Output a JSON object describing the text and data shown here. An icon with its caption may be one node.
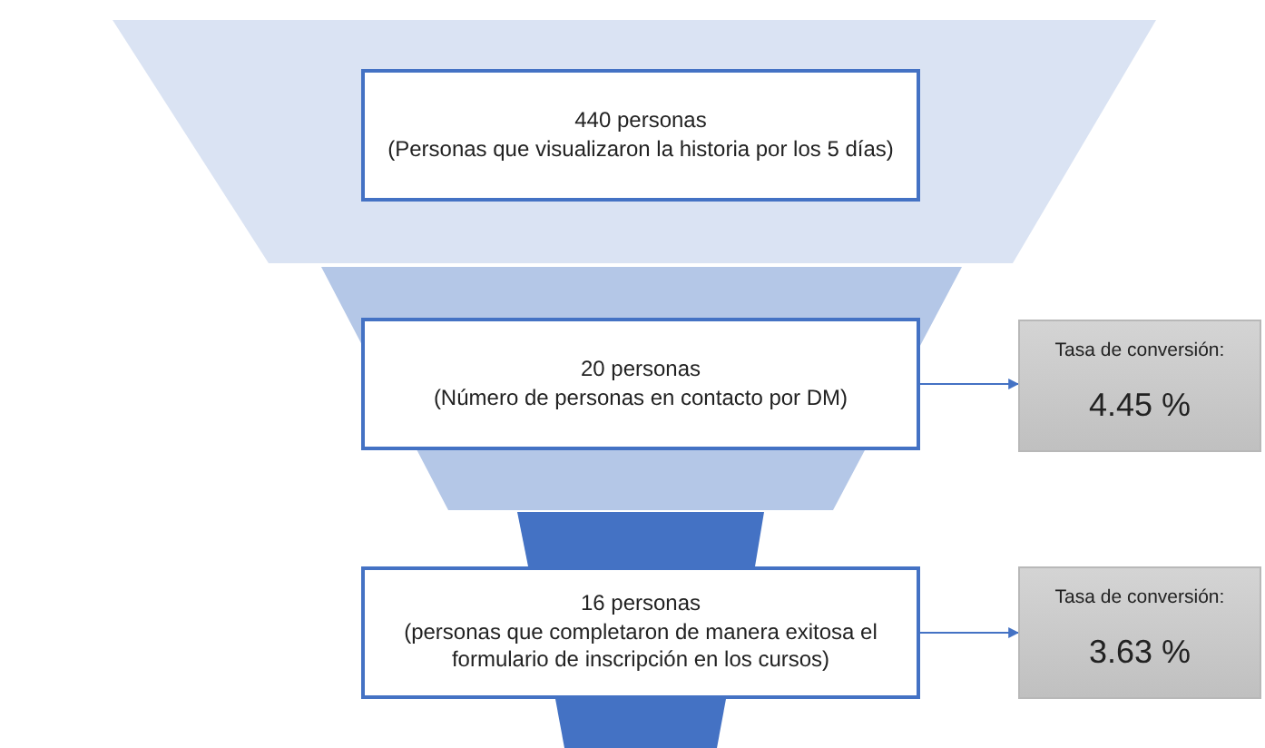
{
  "diagram": {
    "nodes": [
      {
        "text": [
          "440 personas",
          "(Personas que visualizaron la historia por los 5 días)"
        ]
      },
      {
        "text": [
          "20 personas",
          "(Número de personas en contacto por DM)"
        ]
      },
      {
        "text": [
          "16 personas",
          "(personas que completaron de manera exitosa el formulario de inscripción en los cursos)"
        ]
      },
      {
        "text": [
          "Tasa de conversión:",
          "4.45 %"
        ]
      },
      {
        "text": [
          "Tasa de conversión:",
          "3.63 %"
        ]
      }
    ],
    "edges": [
      {
        "from": 1,
        "to": 3,
        "arrow": "to"
      },
      {
        "from": 2,
        "to": 4,
        "arrow": "to"
      }
    ]
  }
}
